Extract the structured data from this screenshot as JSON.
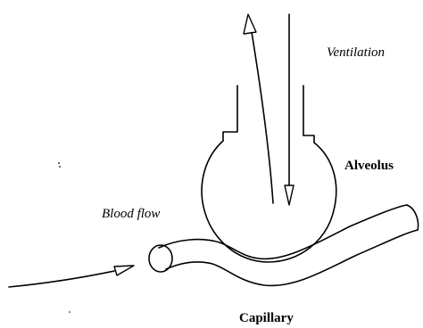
{
  "labels": {
    "ventilation": "Ventilation",
    "alveolus": "Alveolus",
    "blood_flow": "Blood flow",
    "capillary": "Capillary"
  }
}
